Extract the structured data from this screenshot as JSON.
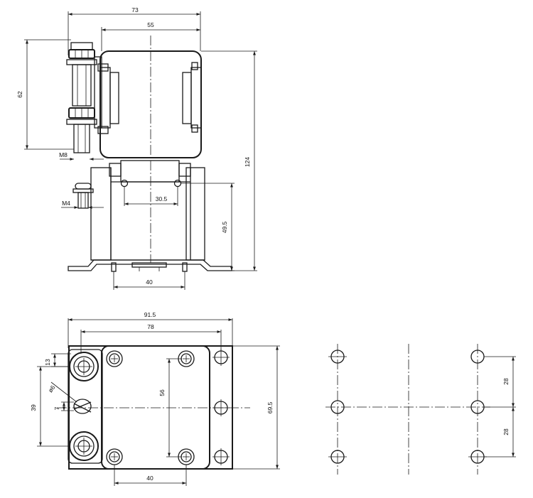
{
  "dimensions": {
    "front_width_overall": "73",
    "front_width_body": "55",
    "front_terminal_height": "62",
    "front_bolt_thread": "M8",
    "front_total_height": "124",
    "front_mount_hole_spacing": "30.5",
    "front_coil_thread": "M4",
    "front_hole_height": "49.5",
    "front_foot_spacing": "40",
    "top_width_overall": "91.5",
    "top_hole_span": "78",
    "top_terminal_offset": "13",
    "top_hole_diameter": "ø6",
    "top_terminal_span": "39",
    "top_coil_offset": "7",
    "top_screw_span": "56",
    "top_depth": "69.5",
    "top_screw_spacing": "40",
    "drill_spacing_upper": "28",
    "drill_spacing_lower": "28"
  }
}
